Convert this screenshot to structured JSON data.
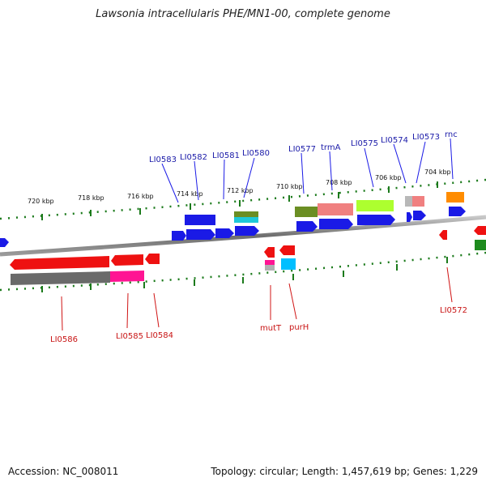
{
  "title": "Lawsonia intracellularis PHE/MN1-00, complete genome",
  "footer": {
    "accession": "Accession: NC_008011",
    "stats": "Topology: circular; Length: 1,457,619 bp; Genes: 1,229"
  },
  "scale_labels": [
    "720 kbp",
    "718 kbp",
    "716 kbp",
    "714 kbp",
    "712 kbp",
    "710 kbp",
    "708 kbp",
    "706 kbp",
    "704 kbp"
  ],
  "label_colors": {
    "forward": "#1a1aa8",
    "reverse": "#c81414"
  },
  "forward_labels": [
    "LI0583",
    "LI0582",
    "LI0581",
    "LI0580",
    "LI0577",
    "trmA",
    "LI0575",
    "LI0574",
    "LI0573",
    "rnc"
  ],
  "reverse_labels": [
    "LI0586",
    "LI0585",
    "LI0584",
    "mutT",
    "purH",
    "LI0572"
  ]
}
